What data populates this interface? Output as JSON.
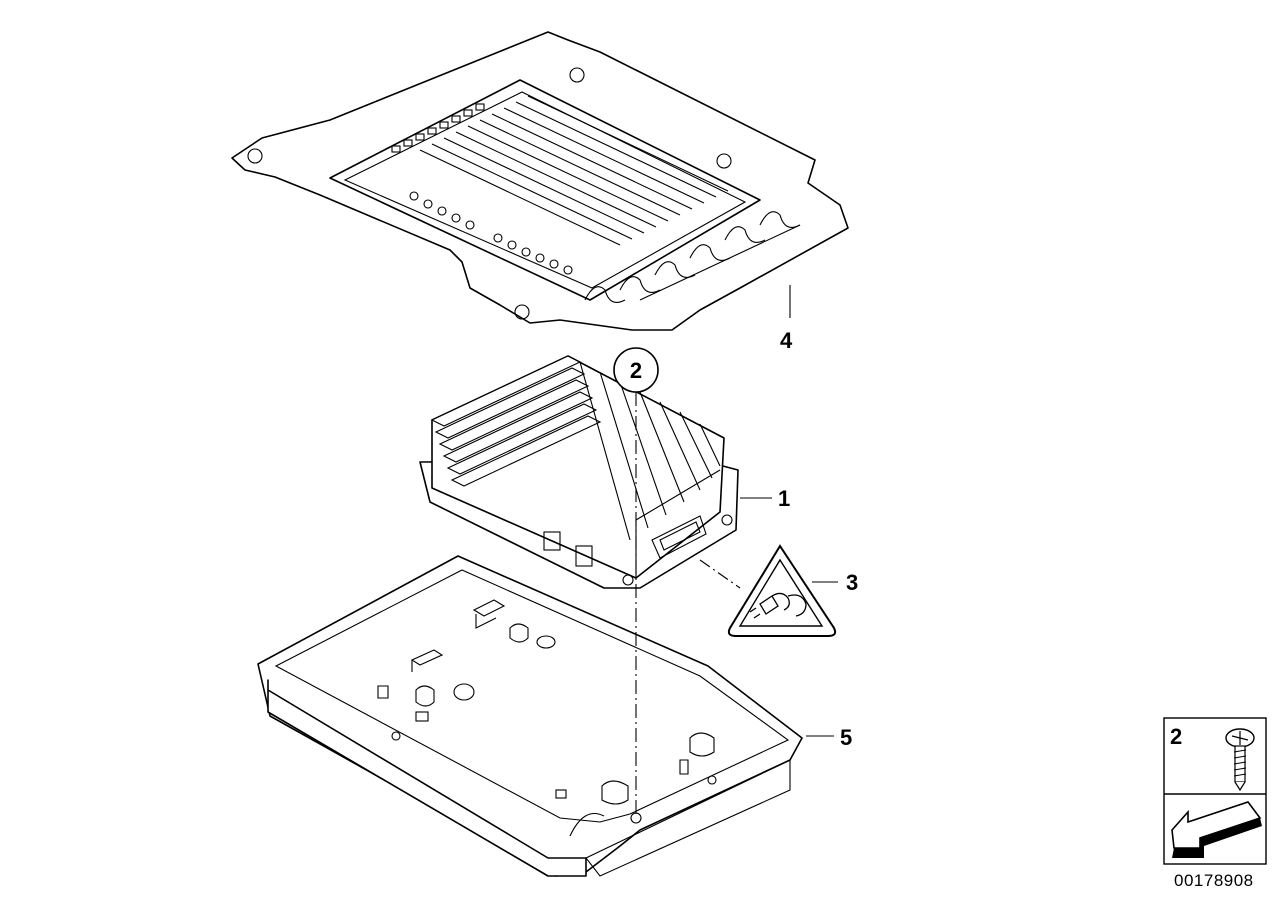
{
  "diagram": {
    "callouts": [
      {
        "id": "1",
        "text": "1"
      },
      {
        "id": "2",
        "text": "2"
      },
      {
        "id": "3",
        "text": "3"
      },
      {
        "id": "4",
        "text": "4"
      },
      {
        "id": "5",
        "text": "5"
      }
    ],
    "legend": {
      "number": "2"
    },
    "reference_number": "00178908"
  }
}
